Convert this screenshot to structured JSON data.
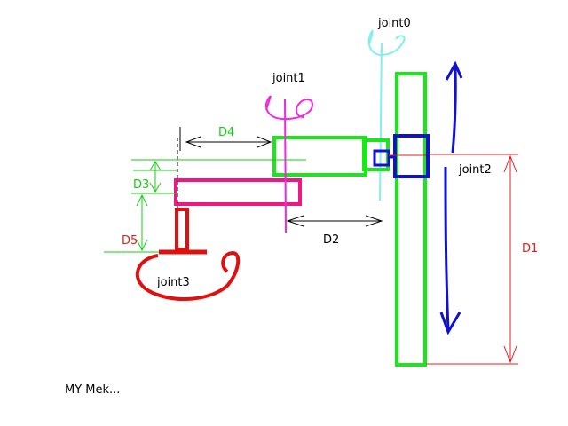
{
  "labels": {
    "joint0": "joint0",
    "joint1": "joint1",
    "joint2": "joint2",
    "joint3": "joint3",
    "d1": "D1",
    "d2": "D2",
    "d3": "D3",
    "d4": "D4",
    "d5": "D5",
    "caption": "MY Mek..."
  },
  "colors": {
    "joint0": "#80f0f0",
    "joint1": "#f028e0",
    "joint2": "#1010d0",
    "joint3": "#e01010",
    "link_green": "#18e818",
    "link_pink": "#f01880",
    "dim_red": "#e02020",
    "dim_green": "#10d010",
    "dim_black": "#000000"
  }
}
